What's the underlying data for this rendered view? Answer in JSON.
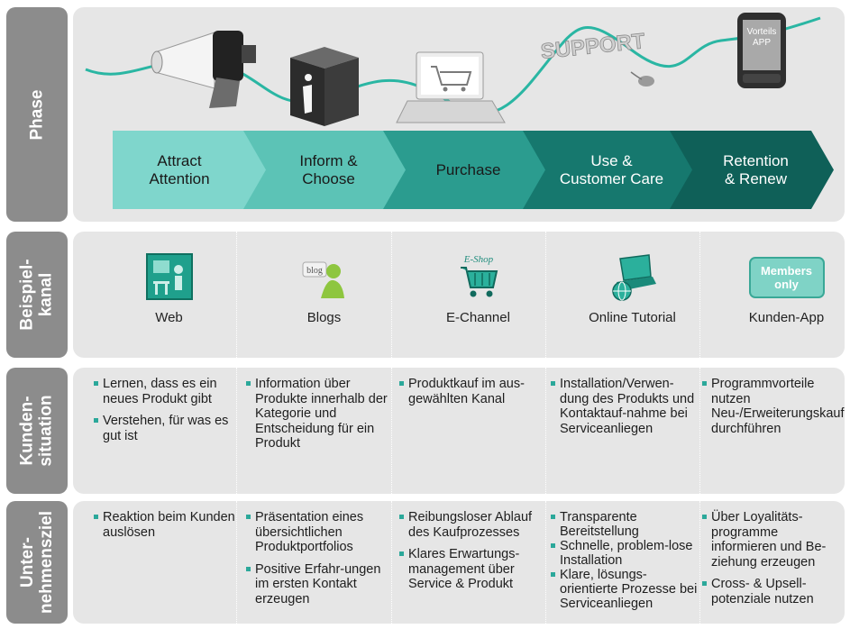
{
  "rows": {
    "phase": "Phase",
    "channel": "Beispiel-\nkanal",
    "situation": "Kunden-\nsituation",
    "goal": "Unter-\nnehmensziel"
  },
  "phases": [
    {
      "label": "Attract\nAttention",
      "color": "#7fd6cc"
    },
    {
      "label": "Inform &\nChoose",
      "color": "#5cc3b6"
    },
    {
      "label": "Purchase",
      "color": "#2b9c8f"
    },
    {
      "label": "Use &\nCustomer Care",
      "color": "#16786e"
    },
    {
      "label": "Retention\n& Renew",
      "color": "#0f6058"
    }
  ],
  "illustrations": {
    "support_text": "SUPPORT",
    "app_text": "Vorteils\nAPP"
  },
  "channels": [
    {
      "label": "Web",
      "icon": "web-icon"
    },
    {
      "label": "Blogs",
      "icon": "blog-icon",
      "icon_text": "blog"
    },
    {
      "label": "E-Channel",
      "icon": "shopping-cart-icon",
      "icon_text": "E-Shop"
    },
    {
      "label": "Online Tutorial",
      "icon": "laptop-globe-icon"
    },
    {
      "label": "Kunden-App",
      "icon": "members-only-icon",
      "icon_text": "Members\nonly"
    }
  ],
  "situation": [
    [
      "Lernen, dass es ein neues Produkt gibt",
      "Verstehen, für was es gut ist"
    ],
    [
      "Information über Produkte innerhalb der Kategorie und Entscheidung für ein Produkt"
    ],
    [
      "Produktkauf im aus-gewählten Kanal"
    ],
    [
      "Installation/Verwen-dung des Produkts und Kontaktauf-nahme bei Serviceanliegen"
    ],
    [
      "Programmvorteile nutzen Neu-/Erweiterungskauf durchführen"
    ]
  ],
  "goals": [
    [
      "Reaktion beim Kunden auslösen"
    ],
    [
      "Präsentation eines übersichtlichen Produktportfolios",
      "Positive Erfahr-ungen im ersten Kontakt erzeugen"
    ],
    [
      "Reibungsloser Ablauf des Kaufprozesses",
      "Klares Erwartungs-management  über Service & Produkt"
    ],
    [
      "Transparente Bereitstellung",
      "Schnelle, problem-lose Installation",
      "Klare, lösungs-orientierte Prozesse bei Serviceanliegen"
    ],
    [
      "Über Loyalitäts-programme informieren und Be-ziehung erzeugen",
      "Cross- & Upsell-potenziale nutzen"
    ]
  ]
}
